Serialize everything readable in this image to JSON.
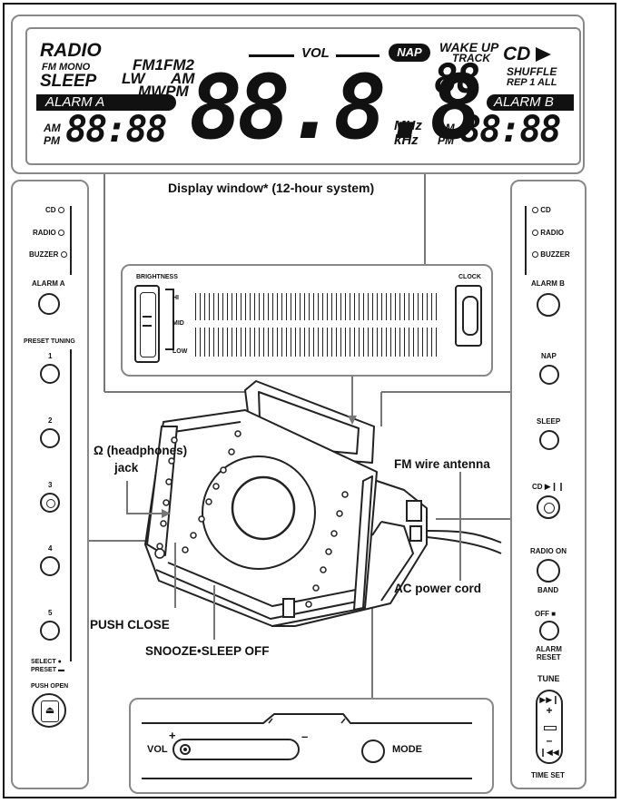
{
  "lcd": {
    "radio": "RADIO",
    "fm_mono": "FM MONO",
    "sleep": "SLEEP",
    "fm1fm2": "FM1FM2",
    "lw": "LW",
    "am_band": "AM",
    "mwpm": "MWPM",
    "vol": "VOL",
    "nap": "NAP",
    "wake_up": "WAKE UP",
    "track": "TRACK",
    "track_digits": "88",
    "cd": "CD",
    "shuffle": "SHUFFLE",
    "rep": "REP 1 ALL",
    "alarm_a": "ALARM A",
    "alarm_b": "ALARM B",
    "am": "AM",
    "pm": "PM",
    "am_b": "AM",
    "pm_b": "PM",
    "clock_a": "88:88",
    "clock_b": "88:88",
    "main_digits": "88.8.8",
    "mhz": "MHz",
    "khz": "kHz"
  },
  "display_caption": "Display window* (12-hour system)",
  "left_panel": {
    "cd": "CD",
    "radio": "RADIO",
    "buzzer": "BUZZER",
    "alarm_a": "ALARM A",
    "preset_tuning": "PRESET TUNING",
    "presets": [
      "1",
      "2",
      "3",
      "4",
      "5"
    ],
    "select": "SELECT",
    "preset": "PRESET",
    "push_open": "PUSH OPEN"
  },
  "right_panel": {
    "cd": "CD",
    "radio": "RADIO",
    "buzzer": "BUZZER",
    "alarm_b": "ALARM B",
    "nap": "NAP",
    "sleep": "SLEEP",
    "cd_play": "CD",
    "radio_on": "RADIO ON",
    "band": "BAND",
    "off": "OFF",
    "alarm_reset": "ALARM\nRESET",
    "alarm": "ALARM",
    "reset": "RESET",
    "tune": "TUNE",
    "plus": "+",
    "minus": "–",
    "time_set": "TIME SET"
  },
  "top_panel": {
    "brightness": "BRIGHTNESS",
    "hi": "HI",
    "mid": "MID",
    "low": "LOW",
    "clock": "CLOCK"
  },
  "bottom_panel": {
    "vol": "VOL",
    "plus": "+",
    "minus": "–",
    "mode": "MODE"
  },
  "callouts": {
    "headphones": "(headphones)",
    "jack": "jack",
    "fm_antenna": "FM wire antenna",
    "ac_cord": "AC power cord",
    "push_close": "PUSH CLOSE",
    "snooze": "SNOOZE•SLEEP OFF"
  }
}
